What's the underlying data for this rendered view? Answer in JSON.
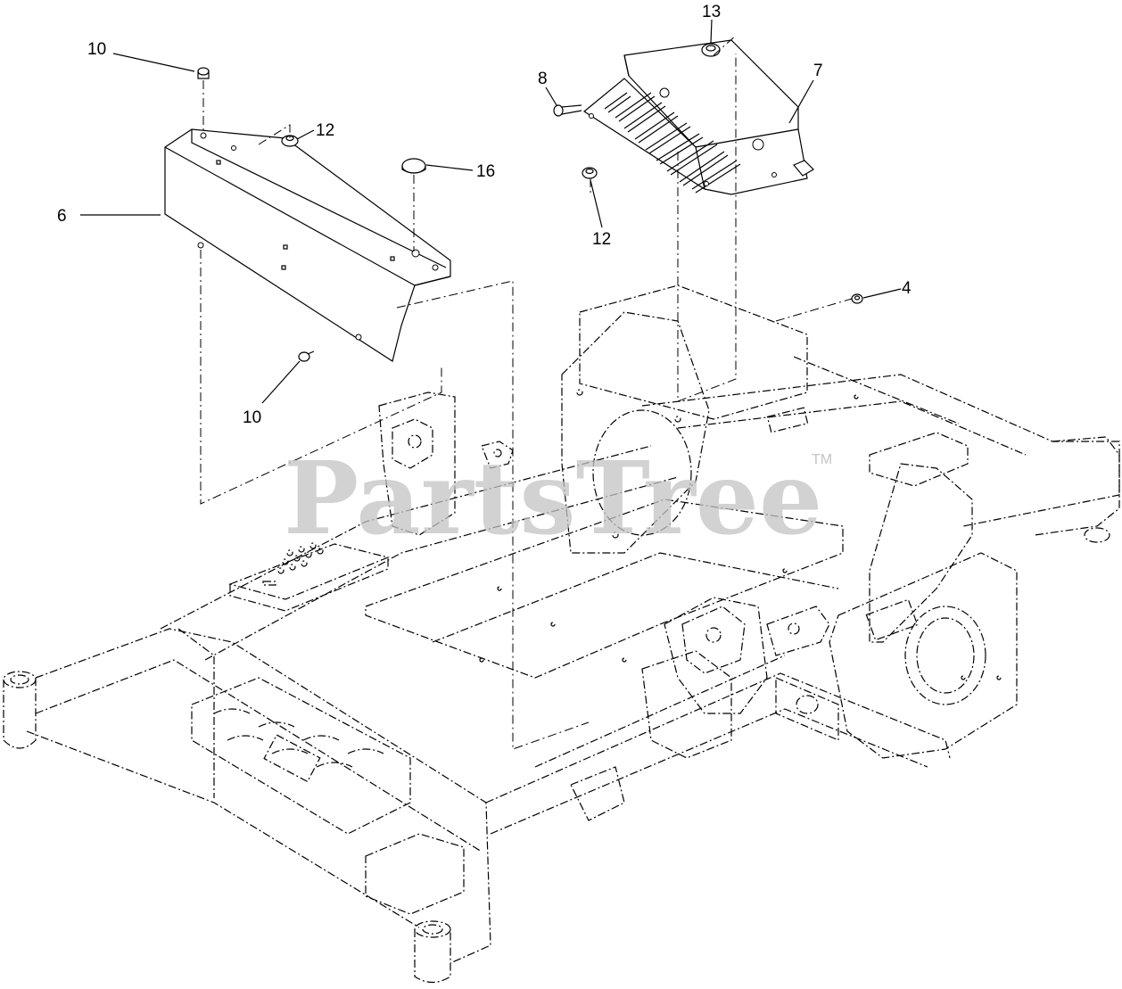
{
  "callouts": [
    {
      "id": "c10a",
      "label": "10"
    },
    {
      "id": "c12a",
      "label": "12"
    },
    {
      "id": "c16",
      "label": "16"
    },
    {
      "id": "c6",
      "label": "6"
    },
    {
      "id": "c10b",
      "label": "10"
    },
    {
      "id": "c13",
      "label": "13"
    },
    {
      "id": "c8",
      "label": "8"
    },
    {
      "id": "c7",
      "label": "7"
    },
    {
      "id": "c12b",
      "label": "12"
    },
    {
      "id": "c4",
      "label": "4"
    }
  ],
  "watermark": {
    "text": "PartsTree",
    "trademark": "TM"
  },
  "colors": {
    "line": "#000000",
    "background": "#ffffff",
    "watermark": "#c4c4c4"
  }
}
